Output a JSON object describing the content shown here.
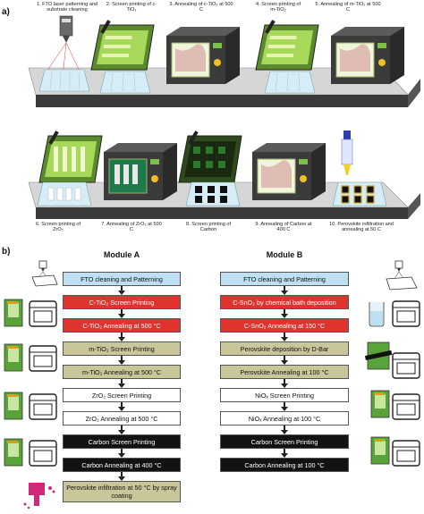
{
  "panel_a": {
    "label": "a)",
    "captions": [
      "1. FTO laser patterning and substrate cleaning",
      "2. Screen printing of c-TiO₂",
      "3. Annealing of c-TiO₂ at 500 C",
      "4. Screen printing of m-TiO₂",
      "5. Annealing of m-TiO₂ at 500 C",
      "6. Screen printing of ZrO₂",
      "7. Annealing of ZrO₂ at 500 C",
      "8. Screen printing of Carbon",
      "9. Annealing of Carbon at 400 C",
      "10. Perovskite infiltration and annealing at 50 C"
    ]
  },
  "panel_b": {
    "label": "b)",
    "module_a": {
      "title": "Module A",
      "steps": [
        "FTO cleaning and Patterning",
        "C-TiO₂ Screen Printing",
        "C-TiO₂ Annealing at 500 °C",
        "m-TiO₂ Screen Printing",
        "m-TiO₂ Annealing at 500 °C",
        "ZrO₂ Screen Printing",
        "ZrO₂ Annealing at 500 °C",
        "Carbon  Screen Printing",
        "Carbon  Annealing at 400 °C",
        "Perovskite infiltration at 50 °C by spray coating"
      ]
    },
    "module_b": {
      "title": "Module B",
      "steps": [
        "FTO cleaning and Patterning",
        "C-SnO₂ by chemical bath deposition",
        "C-SnO₂ Annealing at 150 °C",
        "Perovskite deposition by D-Bar",
        "Perovskite Annealing at 100 °C",
        "NiOₓ Screen Printing",
        "NiOₓ Annealing at 100 °C",
        "Carbon  Screen Printing",
        "Carbon  Annealing at 100 °C"
      ]
    },
    "colors": {
      "blue": "#bfe0f2",
      "red": "#e0322f",
      "olive": "#c9c79a",
      "white": "#ffffff",
      "black": "#121212"
    }
  }
}
